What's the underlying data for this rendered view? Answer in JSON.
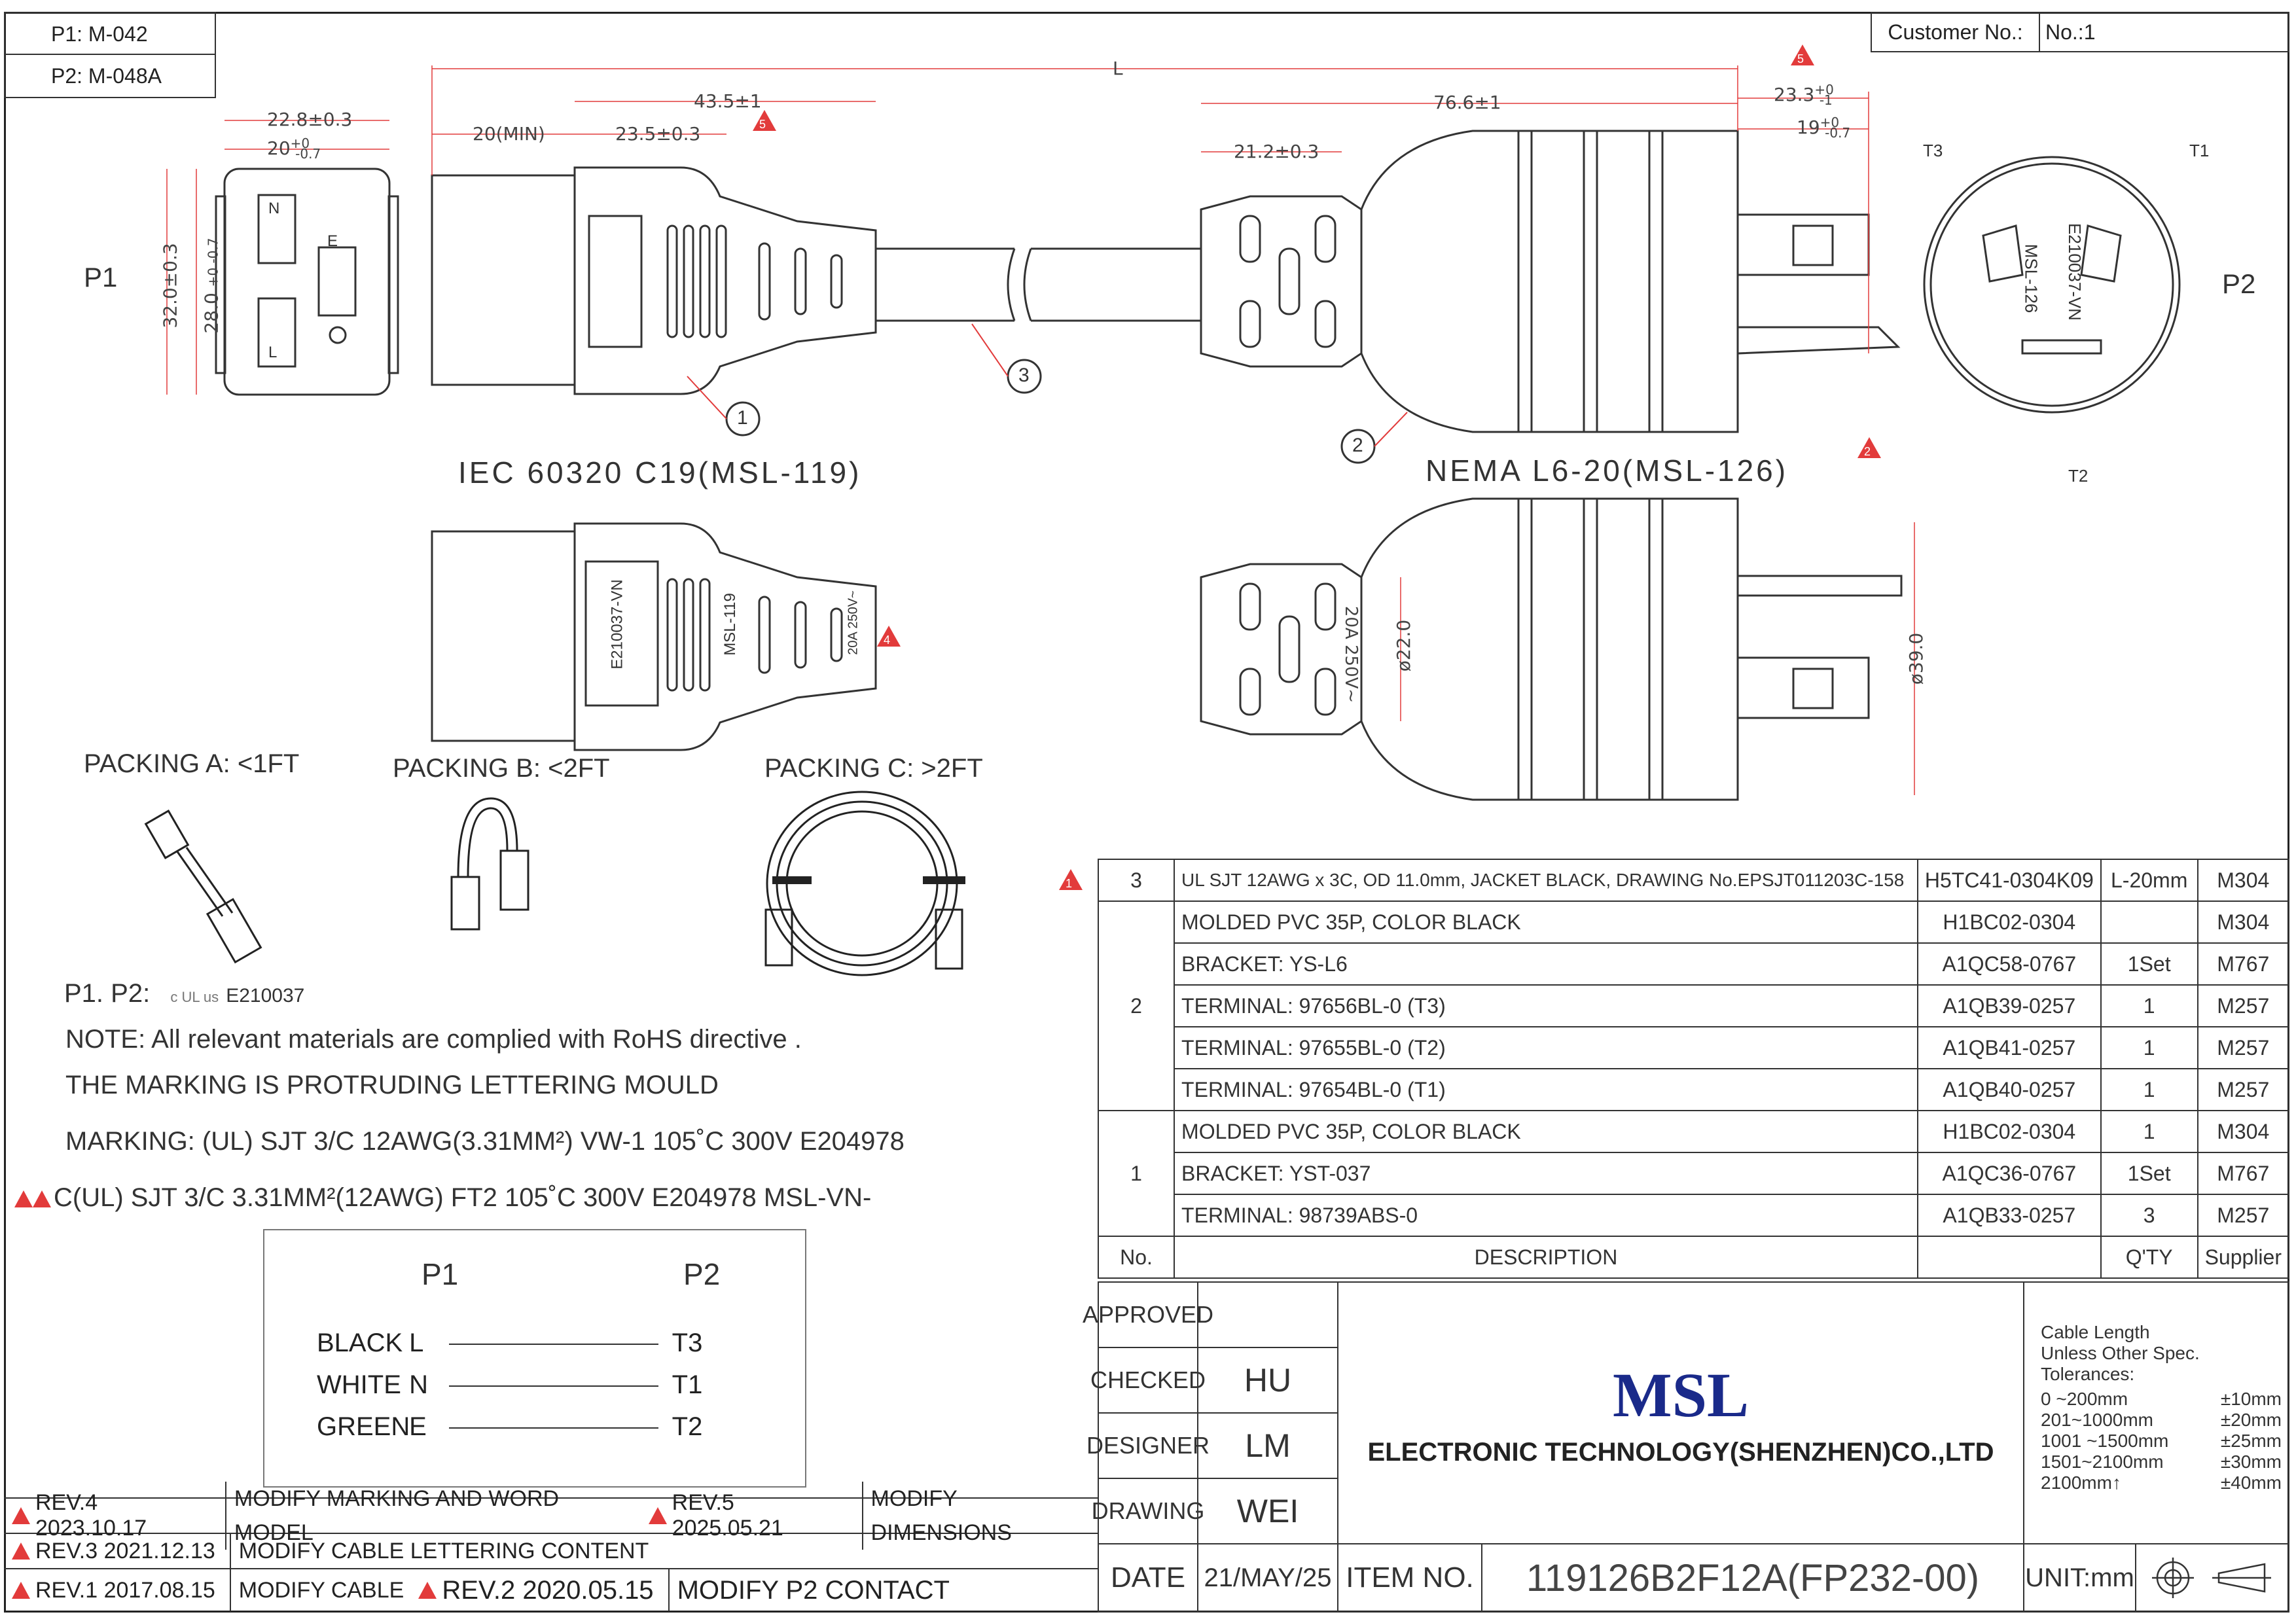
{
  "header": {
    "p1_model": "P1: M-042",
    "p2_model": "P2: M-048A",
    "customer_label": "Customer No.:",
    "customer_no": "No.:1"
  },
  "drawing": {
    "left_connector_name": "IEC 60320 C19(MSL-119)",
    "right_connector_name": "NEMA L6-20(MSL-126)",
    "p1_label": "P1",
    "p2_label": "P2",
    "balloons": [
      "1",
      "2",
      "3"
    ],
    "rev_marks": [
      "5",
      "5",
      "4",
      "2",
      "1",
      "4",
      "3"
    ],
    "dims": {
      "L": "L",
      "d43": "43.5±1",
      "d20min": "20(MIN)",
      "d23_5": "23.5±0.3",
      "d76": "76.6±1",
      "d21": "21.2±0.3",
      "d23_3": "23.3",
      "d23_3_tol_up": "+0",
      "d23_3_tol_dn": "-1",
      "d19": "19",
      "d19_tol_up": "+0",
      "d19_tol_dn": "-0.7",
      "d22_8": "22.8±0.3",
      "d20": "20",
      "d20_tol_up": "+0",
      "d20_tol_dn": "-0.7",
      "d32": "32.0±0.3",
      "d28": "28.0",
      "d28_tol": "+0 -0.7",
      "dia22": "ø22.0",
      "dia39": "ø39.0",
      "rating": "20A 250V~"
    },
    "face_marks": {
      "cert": "E210037-VN",
      "model": "MSL-126",
      "t1": "T1",
      "t2": "T2",
      "t3": "T3",
      "n": "N",
      "l": "L",
      "e": "E"
    },
    "side_marks": {
      "c19_cert": "E210037-VN",
      "c19_model": "MSL-119",
      "c19_rating": "20A 250V~"
    }
  },
  "packing": {
    "a": "PACKING A: <1FT",
    "b": "PACKING B: <2FT",
    "c": "PACKING C: >2FT"
  },
  "notes": {
    "approval": "P1. P2:",
    "approval_no": "E210037",
    "ul_mark": "c UL us",
    "rohs": "NOTE: All relevant materials are complied with RoHS directive .",
    "marking_type": "THE MARKING IS PROTRUDING LETTERING MOULD",
    "marking_ul": "MARKING: (UL) SJT   3/C   12AWG(3.31MM²)   VW-1   105˚C   300V   E204978",
    "marking_cul": "C(UL)    SJT   3/C   3.31MM²(12AWG)   FT2   105˚C   300V      E204978      MSL-VN-"
  },
  "wiring": {
    "p1": "P1",
    "p2": "P2",
    "rows": [
      {
        "color": "BLACK",
        "from": "L",
        "to": "T3"
      },
      {
        "color": "WHITE",
        "from": "N",
        "to": "T1"
      },
      {
        "color": "GREEN",
        "from": "E",
        "to": "T2"
      }
    ]
  },
  "revisions": [
    {
      "mark": "4",
      "text": "REV.4  2023.10.17",
      "desc": "MODIFY MARKING AND WORD MODEL"
    },
    {
      "mark": "5",
      "text": "REV.5  2025.05.21",
      "desc": "MODIFY DIMENSIONS"
    },
    {
      "mark": "3",
      "text": "REV.3  2021.12.13",
      "desc": "MODIFY CABLE LETTERING CONTENT"
    },
    {
      "mark": "1",
      "text": "REV.1  2017.08.15",
      "desc": "MODIFY CABLE"
    },
    {
      "mark": "2",
      "text": "REV.2  2020.05.15",
      "desc": "MODIFY P2 CONTACT"
    }
  ],
  "bom": {
    "headers": {
      "no": "No.",
      "desc": "DESCRIPTION",
      "qty": "Q'TY",
      "supplier": "Supplier"
    },
    "rows": [
      {
        "no": "3",
        "desc": "UL SJT 12AWG x 3C, OD 11.0mm, JACKET BLACK, DRAWING No.EPSJT011203C-158",
        "code": "H5TC41-0304K09",
        "qty": "L-20mm",
        "supplier": "M304"
      },
      {
        "no": "2",
        "desc": "MOLDED PVC 35P, COLOR BLACK",
        "code": "H1BC02-0304",
        "qty": "",
        "supplier": "M304"
      },
      {
        "no": "",
        "desc": "BRACKET: YS-L6",
        "code": "A1QC58-0767",
        "qty": "1Set",
        "supplier": "M767"
      },
      {
        "no": "",
        "desc": "TERMINAL: 97656BL-0 (T3)",
        "code": "A1QB39-0257",
        "qty": "1",
        "supplier": "M257"
      },
      {
        "no": "",
        "desc": "TERMINAL: 97655BL-0 (T2)",
        "code": "A1QB41-0257",
        "qty": "1",
        "supplier": "M257"
      },
      {
        "no": "",
        "desc": "TERMINAL: 97654BL-0 (T1)",
        "code": "A1QB40-0257",
        "qty": "1",
        "supplier": "M257"
      },
      {
        "no": "1",
        "desc": "MOLDED PVC 35P, COLOR BLACK",
        "code": "H1BC02-0304",
        "qty": "1",
        "supplier": "M304"
      },
      {
        "no": "",
        "desc": "BRACKET: YST-037",
        "code": "A1QC36-0767",
        "qty": "1Set",
        "supplier": "M767"
      },
      {
        "no": "",
        "desc": "TERMINAL: 98739ABS-0",
        "code": "A1QB33-0257",
        "qty": "3",
        "supplier": "M257"
      }
    ],
    "rev_mark": "1"
  },
  "title_block": {
    "approved": "APPROVED",
    "checked": "CHECKED",
    "checked_by": "HU",
    "designer": "DESIGNER",
    "designer_by": "LM",
    "drawing": "DRAWING",
    "drawing_by": "WEI",
    "date_label": "DATE",
    "date": "21/MAY/25",
    "company_logo": "MSL",
    "company": "ELECTRONIC TECHNOLOGY(SHENZHEN)CO.,LTD",
    "item_label": "ITEM NO.",
    "item_no": "119126B2F12A(FP232-00)",
    "unit": "UNIT:mm",
    "tol_title1": "Cable Length",
    "tol_title2": "Unless Other Spec.",
    "tol_title3": "Tolerances:",
    "tolerances": [
      {
        "range": "0 ~200mm",
        "tol": "±10mm"
      },
      {
        "range": "201~1000mm",
        "tol": "±20mm"
      },
      {
        "range": "1001 ~1500mm",
        "tol": "±25mm"
      },
      {
        "range": "1501~2100mm",
        "tol": "±30mm"
      },
      {
        "range": "2100mm↑",
        "tol": "±40mm"
      }
    ]
  },
  "colors": {
    "line": "#333333",
    "rev": "#e23b3b",
    "logo": "#1a2a8a"
  }
}
